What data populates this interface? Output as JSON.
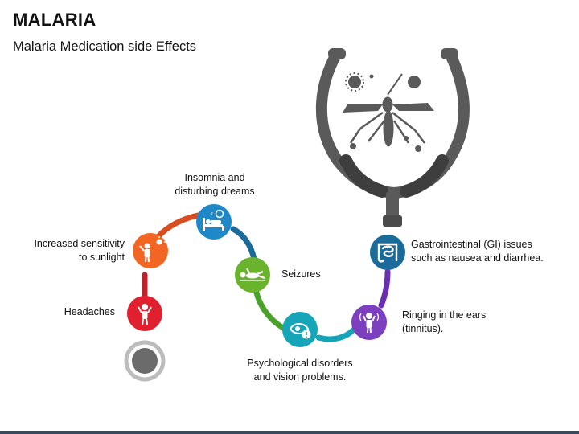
{
  "header": {
    "title": "MALARIA",
    "subtitle": "Malaria Medication side Effects"
  },
  "items": [
    {
      "id": "headaches",
      "label": "Headaches",
      "color": "#e0202e",
      "icon": "headache-person-icon"
    },
    {
      "id": "sunlight",
      "label": "Increased sensitivity to sunlight",
      "color": "#f26522",
      "icon": "sun-person-icon"
    },
    {
      "id": "insomnia",
      "label": "Insomnia and disturbing dreams",
      "color": "#1e88c8",
      "icon": "bed-insomnia-icon"
    },
    {
      "id": "seizures",
      "label": "Seizures",
      "color": "#6ab42d",
      "icon": "seizure-person-icon"
    },
    {
      "id": "vision",
      "label": "Psychological disorders and vision problems.",
      "color": "#16a5b8",
      "icon": "eye-warning-icon"
    },
    {
      "id": "ears",
      "label": "Ringing in the ears (tinnitus).",
      "color": "#7b3fbf",
      "icon": "ringing-ears-person-icon"
    },
    {
      "id": "gi",
      "label": "Gastrointestinal (GI) issues such as nausea and diarrhea.",
      "color": "#1a6a9a",
      "icon": "intestine-icon"
    }
  ],
  "colors": {
    "stethoscope": "#5a5a5a",
    "start_ring": "#bcbcbc",
    "start_dot": "#6b6b6b",
    "footer": "#3b4a5a"
  },
  "icons": {
    "stethoscope": "stethoscope-icon",
    "mosquito": "mosquito-icon",
    "virus": "virus-icon"
  }
}
